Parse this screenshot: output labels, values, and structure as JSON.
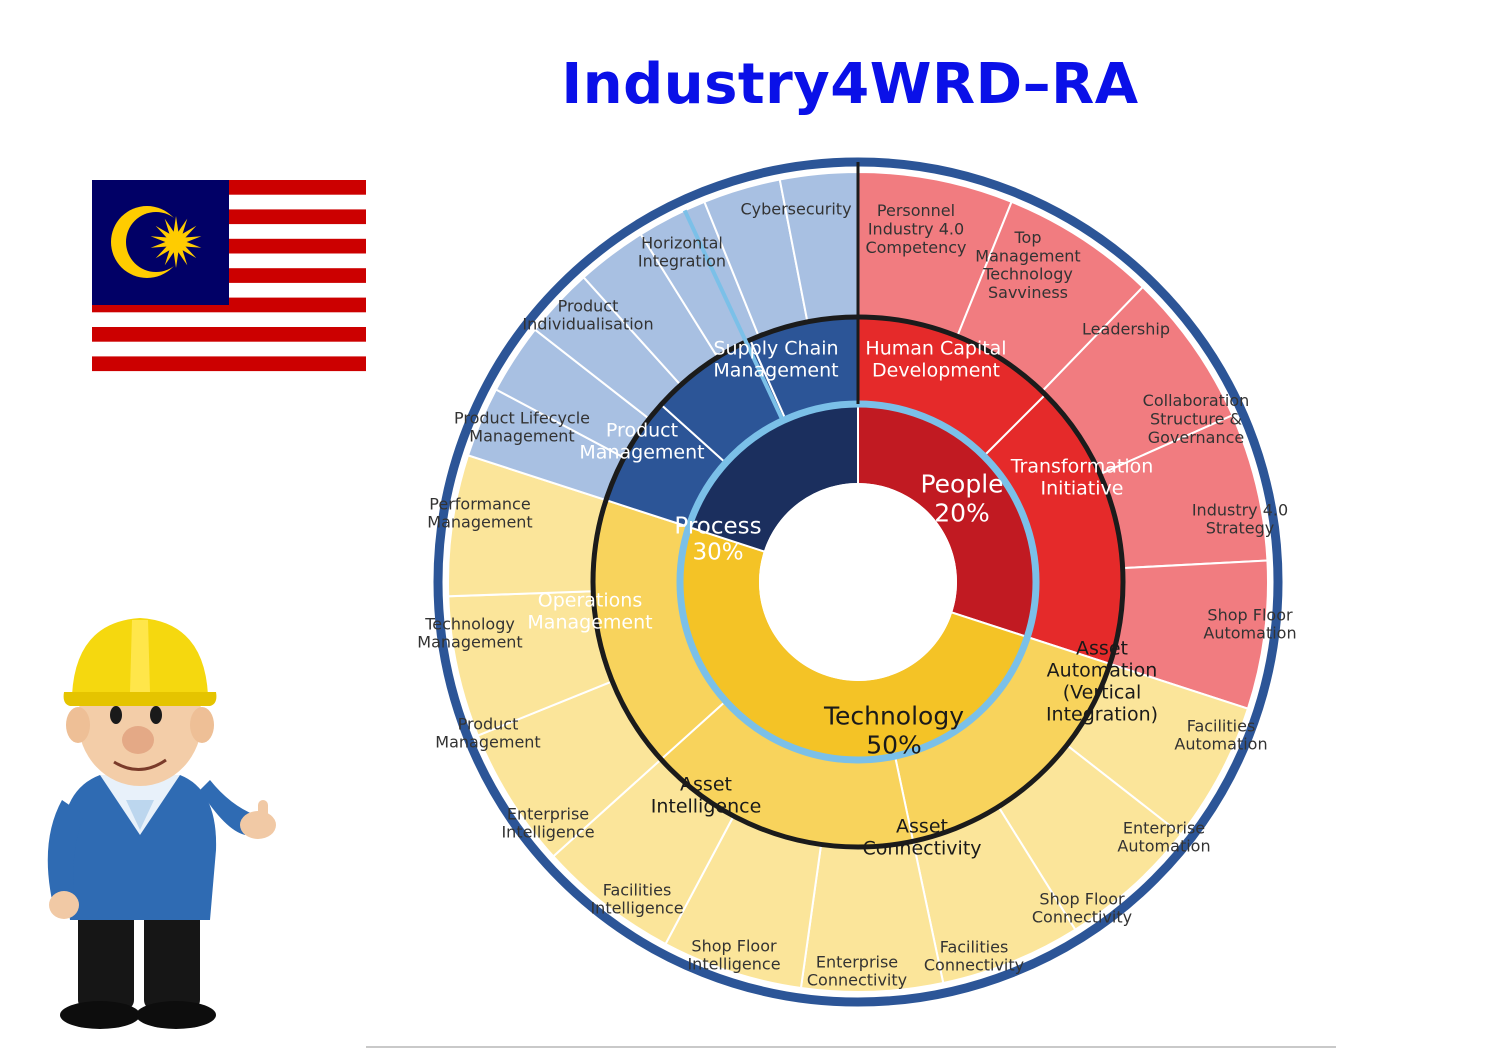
{
  "title": "Industry4WRD–RA",
  "colors": {
    "title": "#0a10e8",
    "process_core": "#1b2f5e",
    "process_mid": "#2c5597",
    "process_outer": "#a8c0e2",
    "people_core": "#c11a22",
    "people_mid": "#e52a2a",
    "people_outer": "#f17c80",
    "tech_core": "#f4c326",
    "tech_mid": "#f8d35c",
    "tech_outer": "#fbe59a",
    "outer_ring": "#2c5597",
    "light_ring": "#7bc0e8",
    "divider": "#1b1b1b"
  },
  "pillars": [
    {
      "name": "Process",
      "percent": "30%"
    },
    {
      "name": "People",
      "percent": "20%"
    },
    {
      "name": "Technology",
      "percent": "50%"
    }
  ],
  "enablers": {
    "supply_chain": [
      "Supply Chain",
      "Management"
    ],
    "product_mgmt": [
      "Product",
      "Management"
    ],
    "operations_mgmt": [
      "Operations",
      "Management"
    ],
    "human_capital": [
      "Human Capital",
      "Development"
    ],
    "transformation": [
      "Transformation",
      "Initiative"
    ],
    "asset_automation": [
      "Asset",
      "Automation",
      "(Vertical",
      "Integration)"
    ],
    "asset_connectivity": [
      "Asset",
      "Connectivity"
    ],
    "asset_intelligence": [
      "Asset",
      "Intelligence"
    ]
  },
  "dimensions": {
    "cybersecurity": [
      "Cybersecurity"
    ],
    "horizontal_integration": [
      "Horizontal",
      "Integration"
    ],
    "product_individualisation": [
      "Product",
      "Individualisation"
    ],
    "product_lifecycle": [
      "Product Lifecycle",
      "Management"
    ],
    "performance_mgmt": [
      "Performance",
      "Management"
    ],
    "technology_mgmt": [
      "Technology",
      "Management"
    ],
    "product_mgmt_outer": [
      "Product",
      "Management"
    ],
    "personnel": [
      "Personnel",
      "Industry 4.0",
      "Competency"
    ],
    "top_mgmt": [
      "Top",
      "Management",
      "Technology",
      "Savviness"
    ],
    "leadership": [
      "Leadership"
    ],
    "collaboration": [
      "Collaboration",
      "Structure &",
      "Governance"
    ],
    "i40_strategy": [
      "Industry 4.0",
      "Strategy"
    ],
    "shop_floor_automation": [
      "Shop Floor",
      "Automation"
    ],
    "facilities_automation": [
      "Facilities",
      "Automation"
    ],
    "enterprise_automation": [
      "Enterprise",
      "Automation"
    ],
    "shop_floor_connectivity": [
      "Shop Floor",
      "Connectivity"
    ],
    "facilities_connectivity": [
      "Facilities",
      "Connectivity"
    ],
    "enterprise_connectivity": [
      "Enterprise",
      "Connectivity"
    ],
    "shop_floor_intelligence": [
      "Shop Floor",
      "Intelligence"
    ],
    "facilities_intelligence": [
      "Facilities",
      "Intelligence"
    ],
    "enterprise_intelligence": [
      "Enterprise",
      "Intelligence"
    ]
  }
}
